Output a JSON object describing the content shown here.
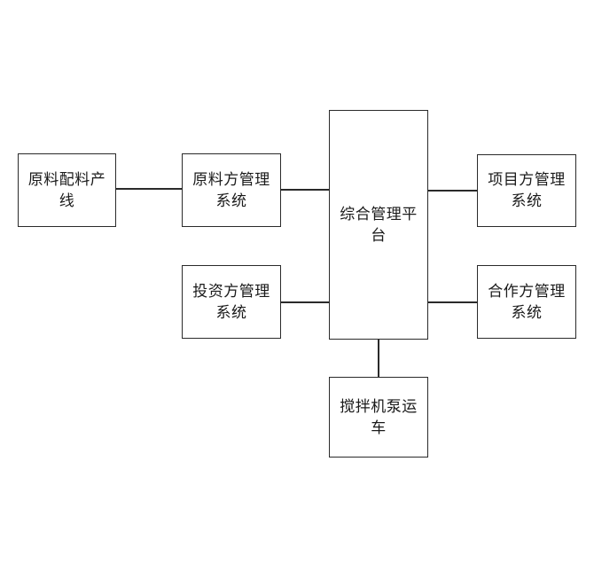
{
  "diagram": {
    "nodes": {
      "raw_material_line": {
        "line1": "原料配料产",
        "line2": "线"
      },
      "raw_material_system": {
        "line1": "原料方管理",
        "line2": "系统"
      },
      "investor_system": {
        "line1": "投资方管理",
        "line2": "系统"
      },
      "integrated_platform": {
        "line1": "综合管理平",
        "line2": "台"
      },
      "project_system": {
        "line1": "项目方管理",
        "line2": "系统"
      },
      "partner_system": {
        "line1": "合作方管理",
        "line2": "系统"
      },
      "mixer_pump_truck": {
        "line1": "搅拌机泵运",
        "line2": "车"
      }
    },
    "edges": [
      [
        "raw_material_line",
        "raw_material_system"
      ],
      [
        "raw_material_system",
        "integrated_platform"
      ],
      [
        "investor_system",
        "integrated_platform"
      ],
      [
        "integrated_platform",
        "project_system"
      ],
      [
        "integrated_platform",
        "partner_system"
      ],
      [
        "integrated_platform",
        "mixer_pump_truck"
      ]
    ],
    "colors": {
      "border": "#2a2a2a",
      "text": "#1a1a1a",
      "background": "#ffffff"
    }
  }
}
